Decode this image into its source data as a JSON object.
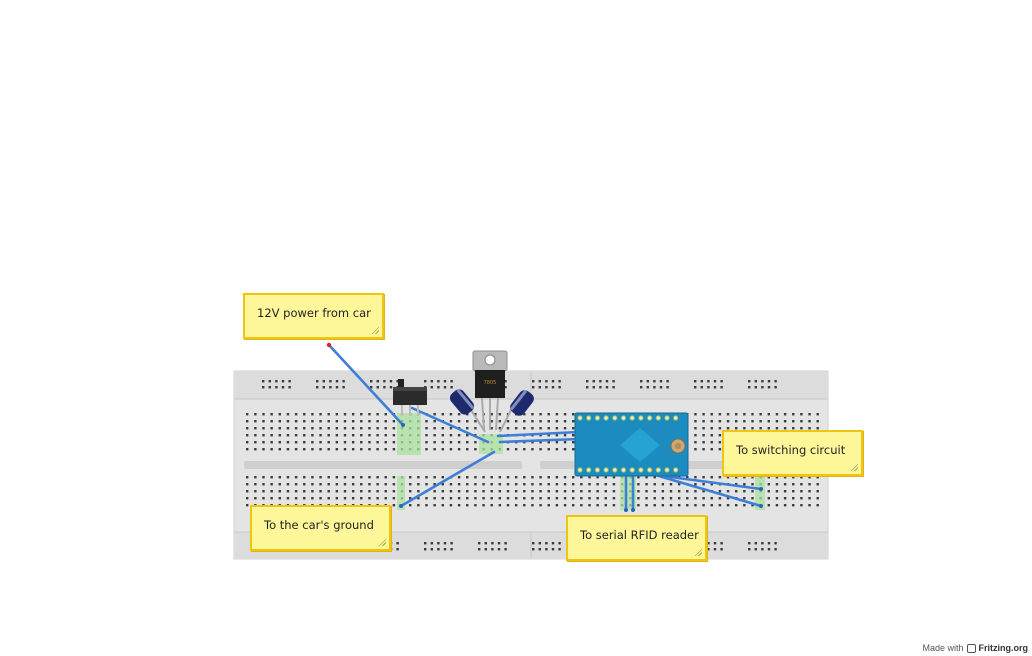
{
  "notes": {
    "power": "12V power from car",
    "ground": "To the car's ground",
    "switching": "To switching circuit",
    "rfid": "To serial RFID reader"
  },
  "regulator_label": "7805",
  "credit": {
    "prefix": "Made with",
    "brand": "Fritzing.org"
  },
  "colors": {
    "breadboard": "#e3e3e3",
    "wire": "#3e7ed6",
    "board": "#1c8bbf",
    "note_fill": "#fdf79a",
    "note_border": "#f0c414",
    "capacitor": "#1e2a6b"
  }
}
